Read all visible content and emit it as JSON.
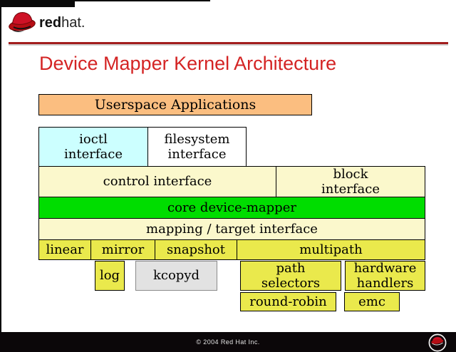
{
  "brand": {
    "bold": "red",
    "light": "hat."
  },
  "title": "Device Mapper Kernel Architecture",
  "diagram": {
    "userspace": "Userspace Applications",
    "ioctl": "ioctl\ninterface",
    "filesystem": "filesystem\ninterface",
    "control": "control interface",
    "block": "block\ninterface",
    "core": "core device-mapper",
    "mapping": "mapping / target interface",
    "linear": "linear",
    "mirror": "mirror",
    "snapshot": "snapshot",
    "multipath": "multipath",
    "log": "log",
    "kcopyd": "kcopyd",
    "path_selectors": "path\nselectors",
    "hardware_handlers": "hardware\nhandlers",
    "round_robin": "round-robin",
    "emc": "emc"
  },
  "footer": {
    "copyright": "© 2004 Red Hat Inc."
  },
  "icons": {
    "header": "redhat-fedora-icon",
    "footer": "redhat-badge-icon"
  },
  "colors": {
    "userspace_bg": "#FBBE80",
    "ioctl_bg": "#CCFFFF",
    "filesystem_bg": "#FFFFFF",
    "pale_yellow_bg": "#FBF8CC",
    "core_green_bg": "#00DD00",
    "target_yellow_bg": "#EAE94C",
    "kcopyd_gray_bg": "#E2E2E2",
    "rule_red": "#A21D1D",
    "title_red": "#D42424",
    "footer_bg": "#0B0709"
  }
}
